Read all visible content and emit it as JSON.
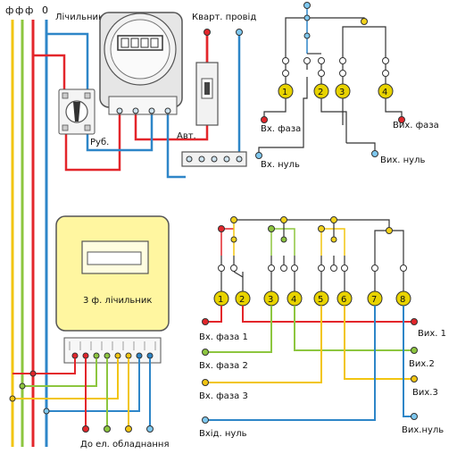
{
  "colors": {
    "red": "#e3262b",
    "blue": "#2e86c8",
    "green": "#8dc63f",
    "yellow": "#f2c511",
    "meter_face": "#fff6a0",
    "terminal_fill": "#cfe3ef"
  },
  "top_left": {
    "bus_labels": [
      "ф",
      "ф",
      "ф",
      "0"
    ],
    "meter_label": "Лічильник",
    "meter_digits": "",
    "switch_label": "Руб.",
    "breaker_label": "Авт.",
    "apartment_wire_label": "Кварт. провід"
  },
  "top_right": {
    "terminals": [
      "1",
      "2",
      "3",
      "4"
    ],
    "in_phase": "Вх. фаза",
    "out_phase": "Вих. фаза",
    "in_neutral": "Вх. нуль",
    "out_neutral": "Вих. нуль"
  },
  "bottom_left": {
    "meter_label": "3 ф. лічильник",
    "equipment_label": "До ел. обладнання"
  },
  "bottom_right": {
    "terminals": [
      "1",
      "2",
      "3",
      "4",
      "5",
      "6",
      "7",
      "8"
    ],
    "in_phase_1": "Вх. фаза 1",
    "in_phase_2": "Вх. фаза 2",
    "in_phase_3": "Вх. фаза 3",
    "in_neutral": "Вхід. нуль",
    "out_1": "Вих. 1",
    "out_2": "Вих.2",
    "out_3": "Вих.3",
    "out_neutral": "Вих.нуль"
  }
}
